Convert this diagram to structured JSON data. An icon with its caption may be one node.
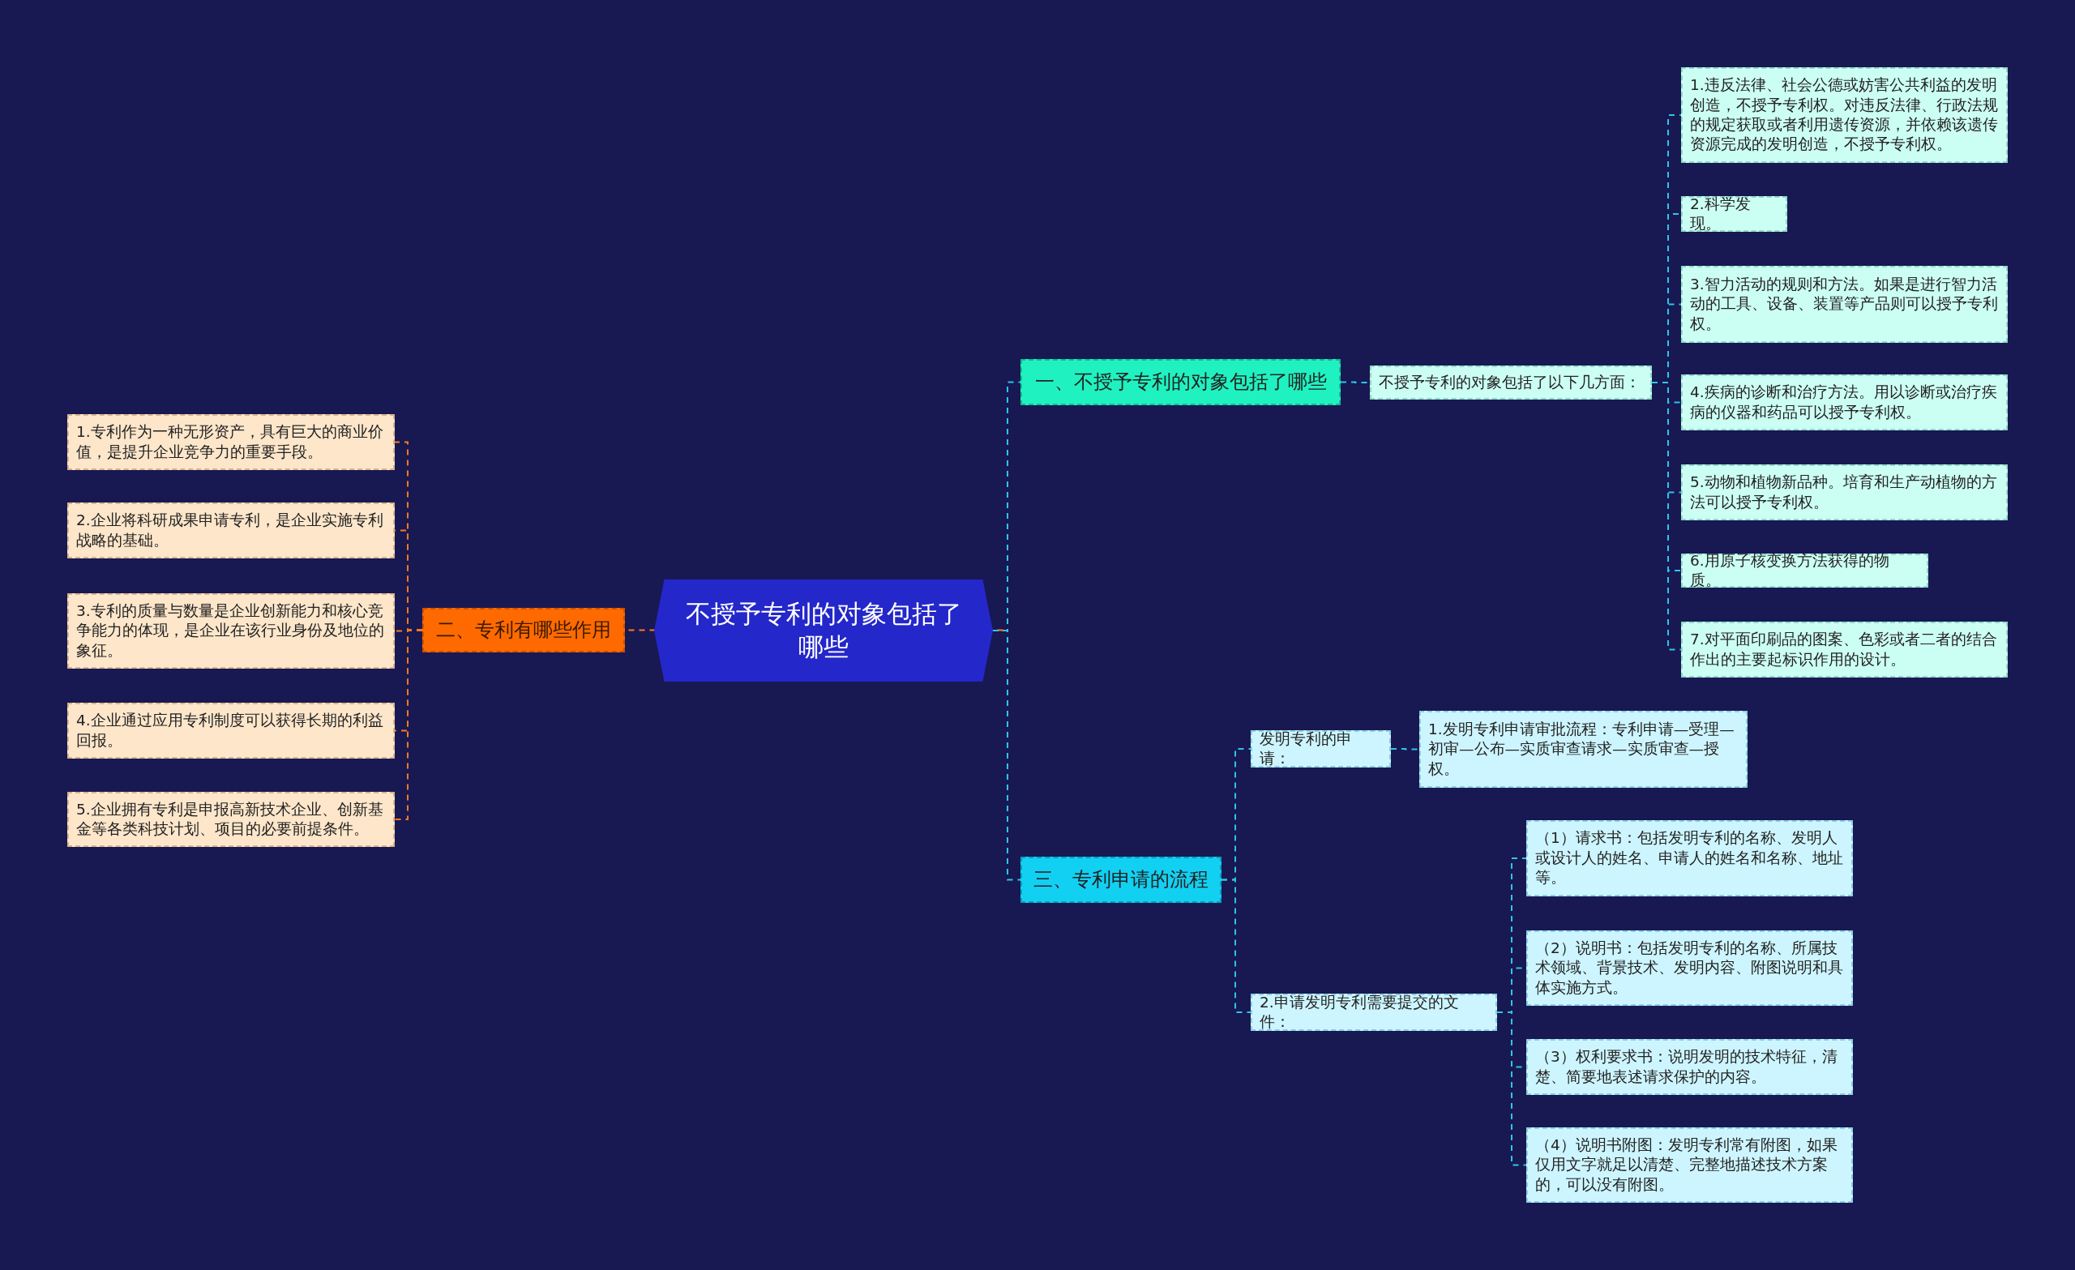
{
  "diagram": {
    "nodes": [
      {
        "text": [
          "不授予专利的对象包括了哪些"
        ]
      },
      {
        "text": [
          "一、不授予专利的对象包括了哪些"
        ]
      },
      {
        "text": [
          "不授予专利的对象包括了以下几方面："
        ]
      },
      {
        "text": [
          "1.违反法律、社会公德或妨害公共利益的发明创造，不授予专利权。对违反法律、行政法规的规定获取或者利用遗传资源，并依赖该遗传资源完成的发明创造，不授予专利权。"
        ]
      },
      {
        "text": [
          "2.科学发现。"
        ]
      },
      {
        "text": [
          "3.智力活动的规则和方法。如果是进行智力活动的工具、设备、装置等产品则可以授予专利权。"
        ]
      },
      {
        "text": [
          "4.疾病的诊断和治疗方法。用以诊断或治疗疾病的仪器和药品可以授予专利权。"
        ]
      },
      {
        "text": [
          "5.动物和植物新品种。培育和生产动植物的方法可以授予专利权。"
        ]
      },
      {
        "text": [
          "6.用原子核变换方法获得的物质。"
        ]
      },
      {
        "text": [
          "7.对平面印刷品的图案、色彩或者二者的结合作出的主要起标识作用的设计。"
        ]
      },
      {
        "text": [
          "二、专利有哪些作用"
        ]
      },
      {
        "text": [
          "1.专利作为一种无形资产，具有巨大的商业价值，是提升企业竞争力的重要手段。"
        ]
      },
      {
        "text": [
          "2.企业将科研成果申请专利，是企业实施专利战略的基础。"
        ]
      },
      {
        "text": [
          "3.专利的质量与数量是企业创新能力和核心竞争能力的体现，是企业在该行业身份及地位的象征。"
        ]
      },
      {
        "text": [
          "4.企业通过应用专利制度可以获得长期的利益回报。"
        ]
      },
      {
        "text": [
          "5.企业拥有专利是申报高新技术企业、创新基金等各类科技计划、项目的必要前提条件。"
        ]
      },
      {
        "text": [
          "三、专利申请的流程"
        ]
      },
      {
        "text": [
          "发明专利的申请："
        ]
      },
      {
        "text": [
          "1.发明专利申请审批流程：专利申请—受理—初审—公布—实质审查请求—实质审查—授权。"
        ]
      },
      {
        "text": [
          "2.申请发明专利需要提交的文件："
        ]
      },
      {
        "text": [
          "（1）请求书：包括发明专利的名称、发明人或设计人的姓名、申请人的姓名和名称、地址等。"
        ]
      },
      {
        "text": [
          "（2）说明书：包括发明专利的名称、所属技术领域、背景技术、发明内容、附图说明和具体实施方式。"
        ]
      },
      {
        "text": [
          "（3）权利要求书：说明发明的技术特征，清楚、简要地表述请求保护的内容。"
        ]
      },
      {
        "text": [
          "（4）说明书附图：发明专利常有附图，如果仅用文字就足以清楚、完整地描述技术方案的，可以没有附图。"
        ]
      }
    ],
    "edges": [
      {
        "from": 0,
        "to": 1,
        "arrow": "none",
        "style": "dashed"
      },
      {
        "from": 0,
        "to": 10,
        "arrow": "none",
        "style": "dashed",
        "color": "#ff7a1a"
      },
      {
        "from": 0,
        "to": 16,
        "arrow": "none",
        "style": "dashed"
      },
      {
        "from": 1,
        "to": 2,
        "arrow": "none",
        "style": "dashed"
      },
      {
        "from": 2,
        "to": 3,
        "arrow": "none",
        "style": "dashed"
      },
      {
        "from": 2,
        "to": 4,
        "arrow": "none",
        "style": "dashed"
      },
      {
        "from": 2,
        "to": 5,
        "arrow": "none",
        "style": "dashed"
      },
      {
        "from": 2,
        "to": 6,
        "arrow": "none",
        "style": "dashed"
      },
      {
        "from": 2,
        "to": 7,
        "arrow": "none",
        "style": "dashed"
      },
      {
        "from": 2,
        "to": 8,
        "arrow": "none",
        "style": "dashed"
      },
      {
        "from": 2,
        "to": 9,
        "arrow": "none",
        "style": "dashed"
      },
      {
        "from": 10,
        "to": 11,
        "arrow": "none",
        "style": "dashed",
        "color": "#ff7a1a"
      },
      {
        "from": 10,
        "to": 12,
        "arrow": "none",
        "style": "dashed",
        "color": "#ff7a1a"
      },
      {
        "from": 10,
        "to": 13,
        "arrow": "none",
        "style": "dashed",
        "color": "#ff7a1a"
      },
      {
        "from": 10,
        "to": 14,
        "arrow": "none",
        "style": "dashed",
        "color": "#ff7a1a"
      },
      {
        "from": 10,
        "to": 15,
        "arrow": "none",
        "style": "dashed",
        "color": "#ff7a1a"
      },
      {
        "from": 16,
        "to": 17,
        "arrow": "none",
        "style": "dashed"
      },
      {
        "from": 16,
        "to": 19,
        "arrow": "none",
        "style": "dashed"
      },
      {
        "from": 17,
        "to": 18,
        "arrow": "none",
        "style": "dashed"
      },
      {
        "from": 19,
        "to": 20,
        "arrow": "none",
        "style": "dashed"
      },
      {
        "from": 19,
        "to": 21,
        "arrow": "none",
        "style": "dashed"
      },
      {
        "from": 19,
        "to": 22,
        "arrow": "none",
        "style": "dashed"
      },
      {
        "from": 19,
        "to": 23,
        "arrow": "none",
        "style": "dashed"
      }
    ]
  }
}
